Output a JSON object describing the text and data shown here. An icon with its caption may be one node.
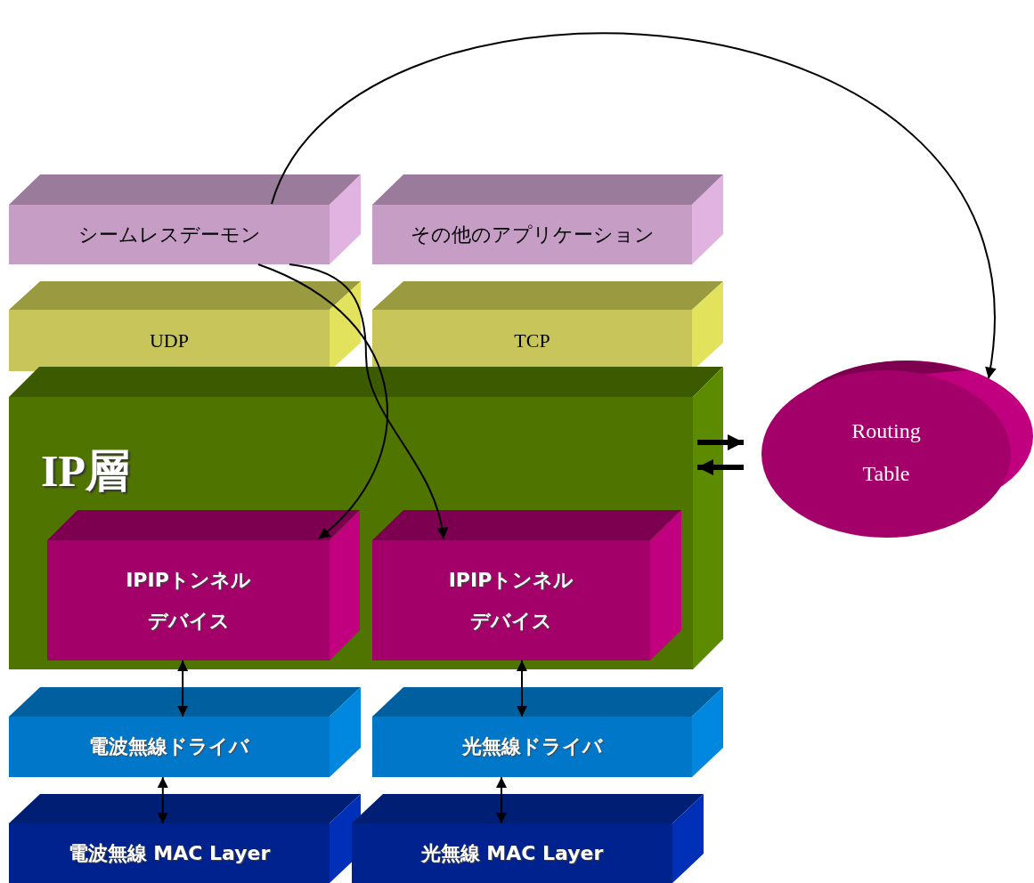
{
  "diagram": {
    "nodes": [
      {
        "text": [
          "シームレスデーモン"
        ]
      },
      {
        "text": [
          "その他のアプリケーション"
        ]
      },
      {
        "text": [
          "UDP"
        ]
      },
      {
        "text": [
          "TCP"
        ]
      },
      {
        "text": [
          "IP層"
        ]
      },
      {
        "text": [
          "IPIPトンネルデバイス"
        ],
        "in": 4
      },
      {
        "text": [
          "IPIPトンネルデバイス"
        ],
        "in": 4
      },
      {
        "text": [
          "電波無線ドライバ"
        ]
      },
      {
        "text": [
          "光無線ドライバ"
        ]
      },
      {
        "text": [
          "電波無線 MAC Layer"
        ]
      },
      {
        "text": [
          "光無線 MAC Layer"
        ]
      },
      {
        "text": [
          "Routing Table"
        ]
      }
    ],
    "edges": [
      {
        "from": 0,
        "to": 11,
        "arrow": "to"
      },
      {
        "from": 0,
        "to": 5,
        "arrow": "to"
      },
      {
        "from": 0,
        "to": 6,
        "arrow": "to"
      },
      {
        "from": 4,
        "to": 11,
        "arrow": "to",
        "style": "thick"
      },
      {
        "from": 11,
        "to": 4,
        "arrow": "to",
        "style": "thick"
      },
      {
        "from": 5,
        "to": 7,
        "arrow": "both"
      },
      {
        "from": 6,
        "to": 8,
        "arrow": "both"
      },
      {
        "from": 7,
        "to": 9,
        "arrow": "both"
      },
      {
        "from": 8,
        "to": 10,
        "arrow": "both"
      }
    ]
  }
}
